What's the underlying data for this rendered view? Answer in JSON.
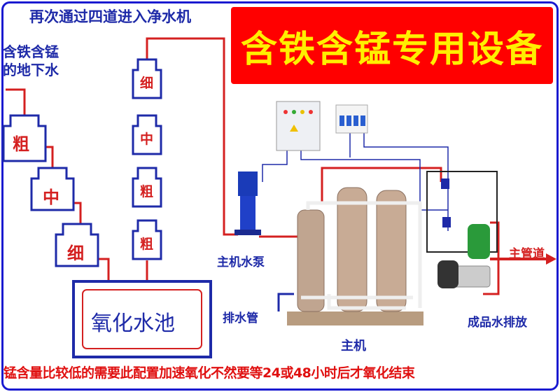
{
  "title": "含铁含锰专用设备",
  "top_caption": "再次通过四道进入净水机",
  "source_label_line1": "含铁含锰",
  "source_label_line2": "的地下水",
  "left_filters": [
    "粗",
    "中",
    "细"
  ],
  "column_filters": [
    "细",
    "中",
    "粗",
    "粗"
  ],
  "oxidation_pool": "氧化水池",
  "labels": {
    "pump": "主机水泵",
    "drain": "排水管",
    "main_unit": "主机",
    "main_pipe": "主管道",
    "product_water": "成品水排放"
  },
  "footer": "锰含量比较低的需要此配置加速氧化不然要等24或48小时后才氧化结束",
  "colors": {
    "border": "#1a1ad0",
    "pipe_red": "#d42020",
    "text_blue": "#1e2aa8",
    "title_bg": "#ff0000",
    "title_text": "#ffef00"
  }
}
